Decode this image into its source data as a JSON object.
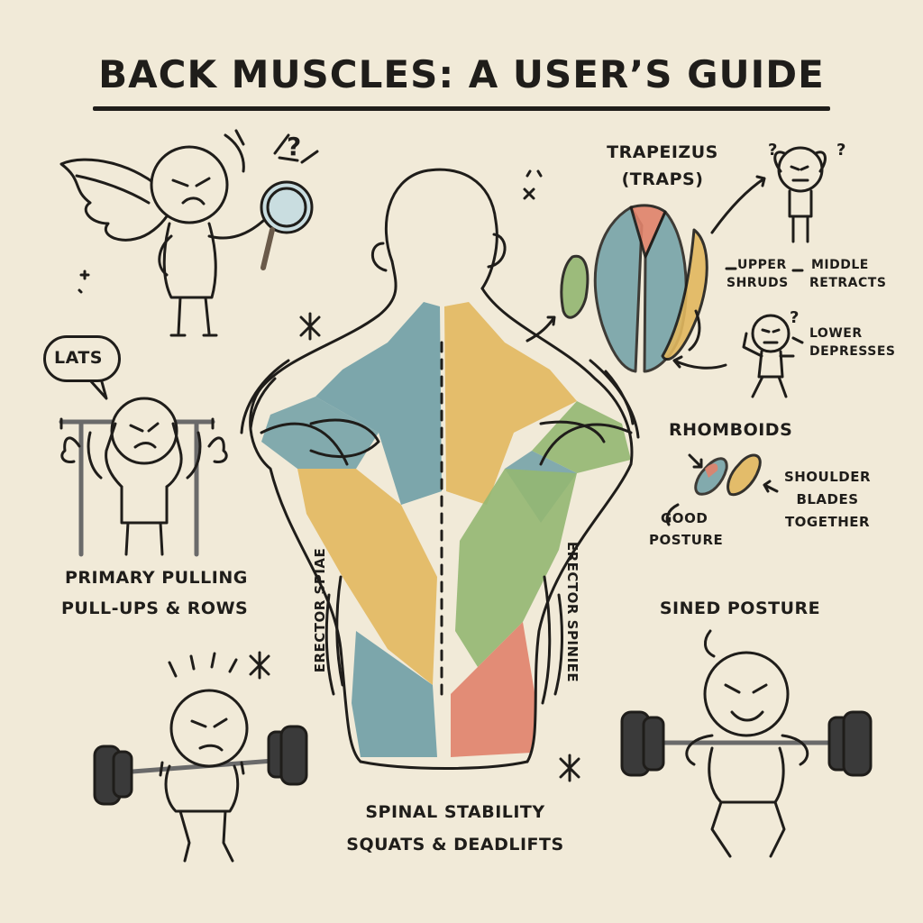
{
  "title": "BACK MUSCLES: A USER’S GUIDE",
  "labels": {
    "trapezius_line1": "TRAPEIZUS",
    "trapezius_line2": "(TRAPS)",
    "upper": "UPPER",
    "shruds": "SHRUDS",
    "middle": "MIDDLE",
    "retracts": "RETRACTS",
    "lower": "LOWER",
    "depresses": "DEPRESSES",
    "lats": "LATS",
    "primary_pulling": "PRIMARY PULLING",
    "pullups_rows": "PULL-UPS & ROWS",
    "rhomboids": "RHOMBOIDS",
    "good": "GOOD",
    "posture": "POSTURE",
    "shoulder": "SHOULDER",
    "blades": "BLADES",
    "together": "TOGETHER",
    "erector_left": "ERECTOR SPIAE",
    "erector_right": "ERECTOR SPINIEE",
    "sined_posture": "SINED POSTURE",
    "spinal_stability": "SPINAL STABILITY",
    "squats_deadlifts": "SQUATS & DEADLIFTS",
    "question_mark": "?"
  },
  "colors": {
    "background": "#f1ead8",
    "ink": "#1f1d1a",
    "teal": "#6f9fa6",
    "yellow": "#e2b85f",
    "green": "#93b772",
    "coral": "#e0826b",
    "barbell_plate": "#3a3a3a"
  },
  "icons": [
    "magnifying-glass-icon",
    "angel-wings-icon",
    "barbell-icon",
    "pullup-bar-icon",
    "sparkle-icon",
    "arrow-icon"
  ]
}
